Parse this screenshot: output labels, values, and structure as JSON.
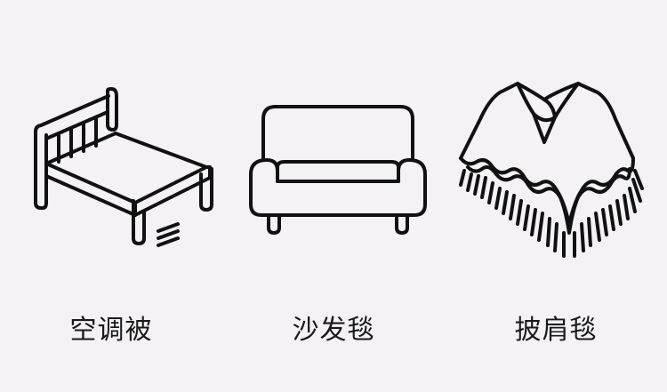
{
  "items": [
    {
      "label": "空调被",
      "icon": "bed-icon"
    },
    {
      "label": "沙发毯",
      "icon": "sofa-icon"
    },
    {
      "label": "披肩毯",
      "icon": "poncho-icon"
    }
  ],
  "colors": {
    "background": "#f4f2f5",
    "line": "#111111",
    "text": "#1a1a1a"
  }
}
